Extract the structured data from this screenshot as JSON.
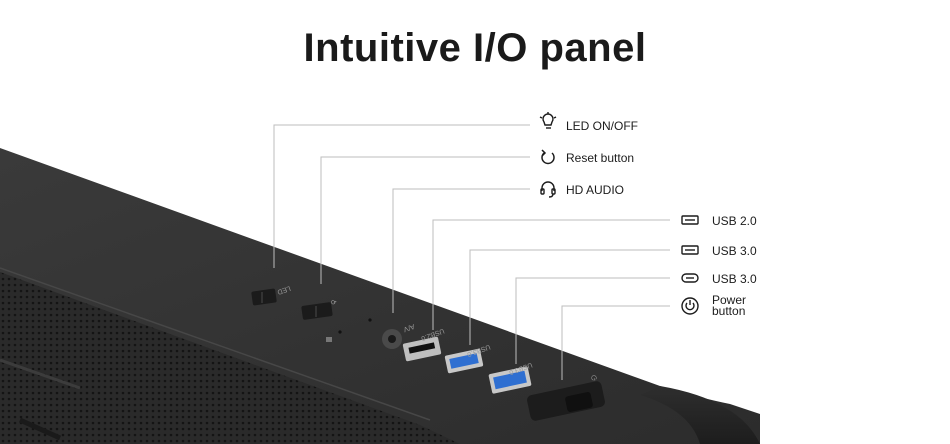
{
  "title": "Intuitive I/O panel",
  "callouts": [
    {
      "id": "led",
      "icon": "bulb-icon",
      "label": "LED ON/OFF"
    },
    {
      "id": "reset",
      "icon": "reset-icon",
      "label": "Reset button"
    },
    {
      "id": "audio",
      "icon": "headset-icon",
      "label": "HD AUDIO"
    },
    {
      "id": "usb20",
      "icon": "usb-a-icon",
      "label": "USB 2.0"
    },
    {
      "id": "usb30a",
      "icon": "usb-a-icon",
      "label": "USB 3.0"
    },
    {
      "id": "usb30c",
      "icon": "usb-c-icon",
      "label": "USB 3.0"
    },
    {
      "id": "power",
      "icon": "power-icon",
      "label_line1": "Power",
      "label_line2": "button"
    }
  ],
  "panel_markings": {
    "led": "LED",
    "reset": "⟲",
    "av": "A/V",
    "usb2": "USB2.0",
    "usb3a": "USB3.0",
    "usb3b": "USB3.0",
    "power": "⏻"
  },
  "colors": {
    "case": "#2b2b2b",
    "case_top": "#3a3a3a",
    "usb3_blue": "#2f6fd1",
    "leader_line": "#bdbdbd"
  }
}
